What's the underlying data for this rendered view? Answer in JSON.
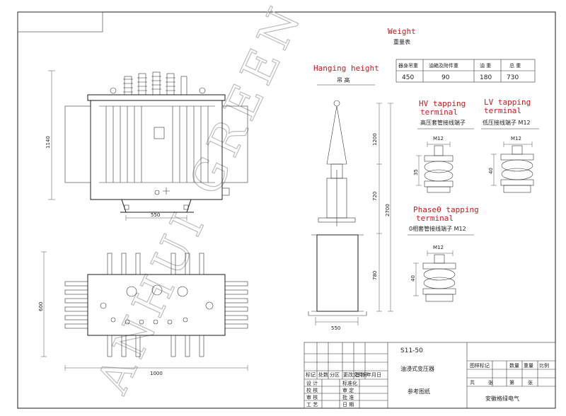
{
  "drawing": {
    "dimensions": {
      "front_height": "1140",
      "front_width": "550",
      "plan_depth": "600",
      "plan_width": "1000",
      "hang_top": "1200",
      "hang_mid": "720",
      "hang_bottom": "780",
      "hang_total": "2700",
      "hang_width": "550"
    },
    "hanging": {
      "title": "Hanging height",
      "subtitle": "吊 高"
    },
    "weight": {
      "title": "Weight",
      "subtitle": "重量表",
      "headers": [
        "器身吊重",
        "油箱及附件重",
        "油 重",
        "总 重"
      ],
      "values": [
        "450",
        "90",
        "180",
        "730"
      ]
    },
    "hv": {
      "title_line1": "HV tapping",
      "title_line2": "terminal",
      "subtitle": "高压套管接线端子",
      "bolt": "M12",
      "dim": "35"
    },
    "lv": {
      "title_line1": "LV tapping",
      "title_line2": "terminal",
      "subtitle": "低压接线端子 M12",
      "bolt": "M12",
      "dim": "40"
    },
    "phase0": {
      "title_line1": "Phase0 tapping",
      "title_line2": "terminal",
      "subtitle": "0相套管接线端子 M12",
      "bolt": "M12",
      "dim": "40"
    },
    "watermark": "ANHUI GREEN",
    "title_block": {
      "model": "S11-50",
      "name": "油浸式变压器",
      "ref": "参考图纸",
      "company": "安徽格绿电气",
      "row_labels": [
        "设 计",
        "校 核",
        "审 核",
        "工 艺"
      ],
      "row_labels2": [
        "标准化",
        "审 定",
        "批 准",
        "日 期"
      ],
      "col_labels": [
        "标记",
        "处数",
        "分区",
        "更改文件号",
        "签名",
        "年月日"
      ],
      "right_labels": [
        "图样标记",
        "数量",
        "重量",
        "比例"
      ],
      "sheet_labels": [
        "共",
        "第"
      ],
      "sheet_suffix": [
        "张",
        "张"
      ]
    }
  }
}
